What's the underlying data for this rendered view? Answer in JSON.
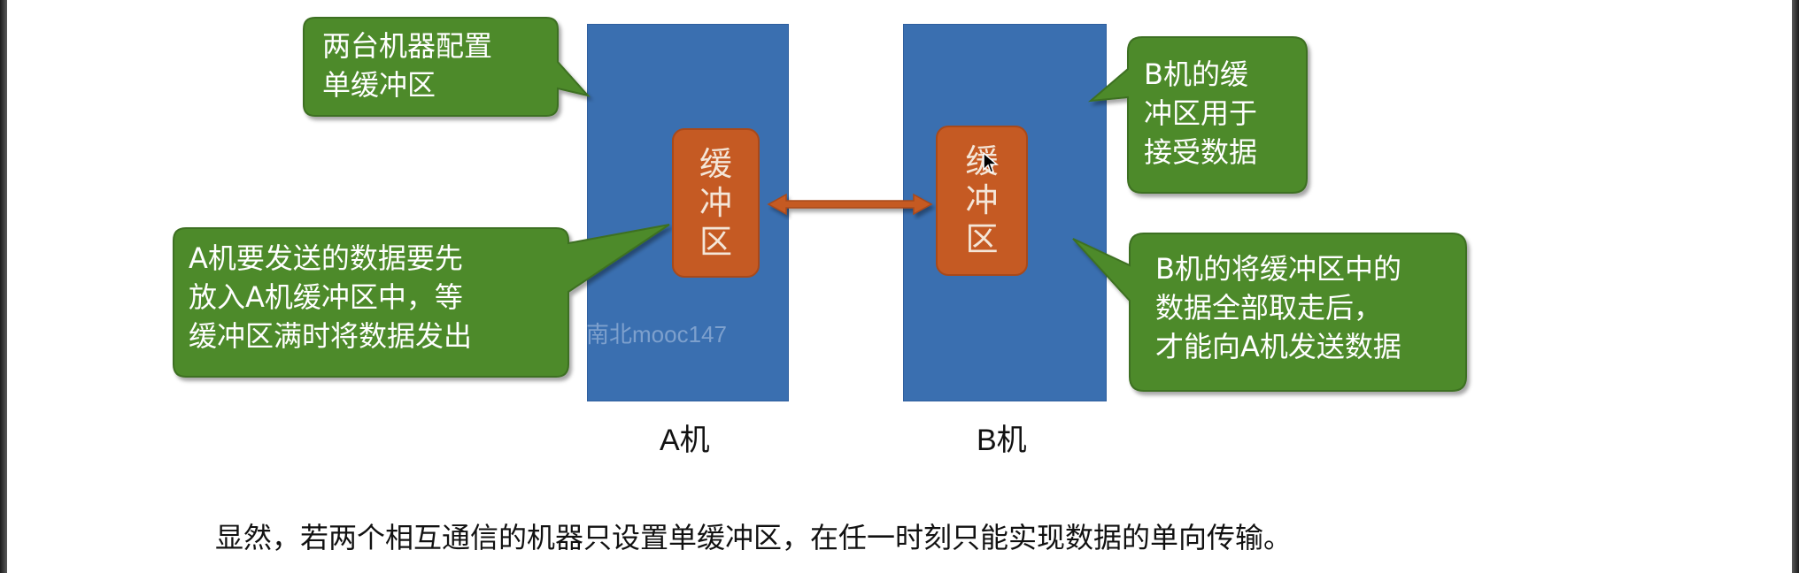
{
  "machines": {
    "a": {
      "label": "A机",
      "buffer_chars": [
        "缓",
        "冲",
        "区"
      ]
    },
    "b": {
      "label": "B机",
      "buffer_chars": [
        "缓",
        "冲",
        "区"
      ]
    }
  },
  "callouts": {
    "top_left": "两台机器配置\n单缓冲区",
    "top_right": "B机的缓\n冲区用于\n接受数据",
    "bottom_left": "A机要发送的数据要先\n放入A机缓冲区中，等\n缓冲区满时将数据发出",
    "bottom_right": "B机的将缓冲区中的\n数据全部取走后，\n才能向A机发送数据"
  },
  "watermark": "南北mooc147",
  "footer": "显然，若两个相互通信的机器只设置单缓冲区，在任一时刻只能实现数据的单向传输。",
  "colors": {
    "machine": "#3a6fb0",
    "buffer": "#c55a23",
    "callout": "#4e8a2a",
    "arrow": "#c55a23"
  }
}
